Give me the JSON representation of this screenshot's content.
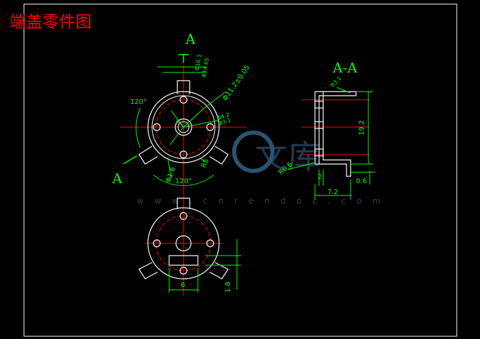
{
  "title": "端盖零件图",
  "section_labels": {
    "top_a": "A",
    "left_a": "A",
    "aa": "A-A"
  },
  "dimensions": {
    "dia_top_1": "Φ10.3",
    "dia_top_2": "Φ14.65",
    "dia_11": "Φ11.2±0.05",
    "dia_small_1": "Φ4.2",
    "dia_small_2": "Φ3.1",
    "angle_top": "120°",
    "angle_bottom": "120°",
    "dia_left": "Φ1.6",
    "rad_right": "R5",
    "r3_1": "R3.1",
    "dim_19_2": "19.2",
    "r0_6": "R0.6",
    "dim_2": "2",
    "dim_0_6": "0.6",
    "dim_7_2": "7.2",
    "dim_6": "6",
    "dim_1_8": "1.8"
  },
  "watermark": {
    "cn": "文库",
    "url": "w w w . c n r e n d o c . c o m"
  },
  "colors": {
    "background": "#000000",
    "outline": "#ffffff",
    "dimension": "#00ff00",
    "centerline": "#ff0000",
    "title": "#ff0000"
  }
}
